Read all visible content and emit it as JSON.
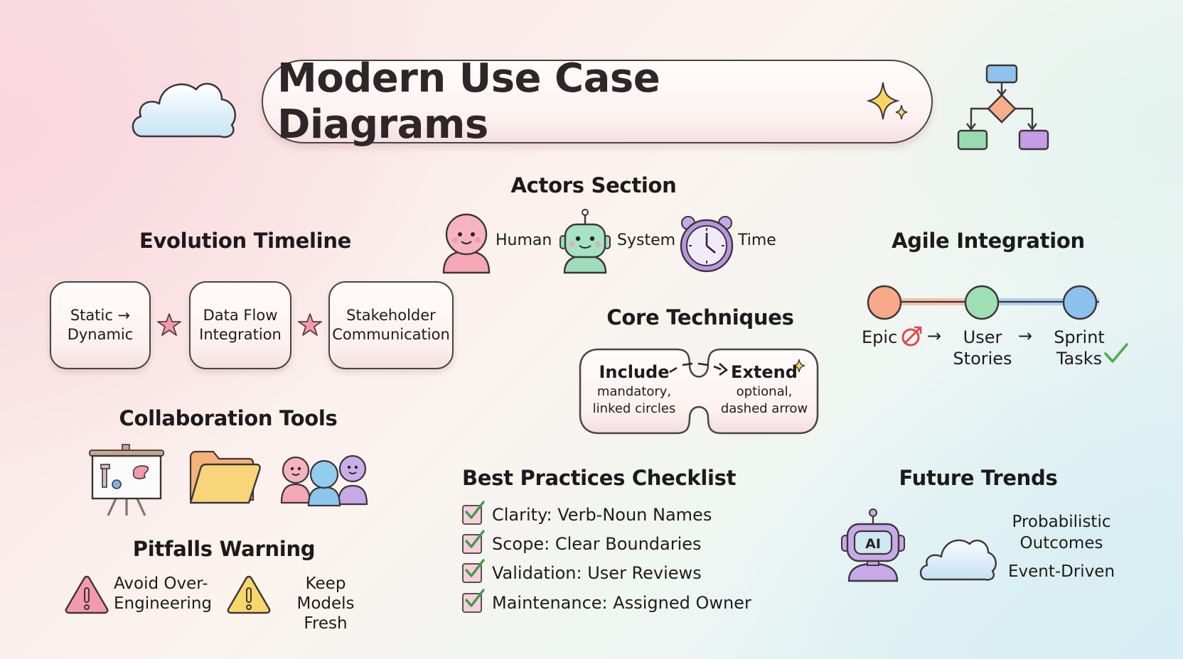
{
  "title": {
    "text": "Modern Use Case Diagrams",
    "decoration": "sparkle-icon"
  },
  "decorations": {
    "top_left": "cloud-icon",
    "top_right": "flowchart-icon"
  },
  "actors": {
    "heading": "Actors Section",
    "items": [
      {
        "label": "Human",
        "icon": "human-actor-icon",
        "color": "#f4a7b6"
      },
      {
        "label": "System",
        "icon": "robot-actor-icon",
        "color": "#9fdcbc"
      },
      {
        "label": "Time",
        "icon": "clock-actor-icon",
        "color": "#c6a9e6"
      }
    ]
  },
  "evolution": {
    "heading": "Evolution Timeline",
    "steps": [
      {
        "line1": "Static →",
        "line2": "Dynamic"
      },
      {
        "line1": "Data Flow",
        "line2": "Integration"
      },
      {
        "line1": "Stakeholder",
        "line2": "Communication"
      }
    ],
    "separator_icon": "star-icon",
    "separator_color": "#f39aaa"
  },
  "core": {
    "heading": "Core Techniques",
    "include": {
      "title": "Include",
      "line1": "mandatory,",
      "line2": "linked circles"
    },
    "extend": {
      "title": "Extend",
      "line1": "optional,",
      "line2": "dashed arrow"
    }
  },
  "agile": {
    "heading": "Agile Integration",
    "nodes": [
      {
        "label_line1": "Epic",
        "label_line2": "",
        "color": "#f7a98a",
        "icon": "target-icon"
      },
      {
        "label_line1": "User",
        "label_line2": "Stories",
        "color": "#9fdfb4"
      },
      {
        "label_line1": "Sprint",
        "label_line2": "Tasks",
        "color": "#8cc1ee",
        "icon": "checkmark-icon"
      }
    ],
    "arrow": "→"
  },
  "collaboration": {
    "heading": "Collaboration Tools",
    "icons": [
      "whiteboard-easel-icon",
      "folder-icon",
      "team-people-icon"
    ]
  },
  "pitfalls": {
    "heading": "Pitfalls Warning",
    "items": [
      {
        "line1": "Avoid Over-",
        "line2": "Engineering",
        "color": "#f49aae"
      },
      {
        "line1": "Keep Models",
        "line2": "Fresh",
        "color": "#f7d66a"
      }
    ]
  },
  "checklist": {
    "heading": "Best Practices Checklist",
    "items": [
      "Clarity: Verb-Noun Names",
      "Scope: Clear Boundaries",
      "Validation: User Reviews",
      "Maintenance: Assigned Owner"
    ]
  },
  "future": {
    "heading": "Future Trends",
    "items": [
      "Probabilistic",
      "Outcomes",
      "Event-Driven"
    ],
    "icons": [
      "ai-robot-icon",
      "cloud-icon"
    ],
    "ai_label": "AI"
  }
}
